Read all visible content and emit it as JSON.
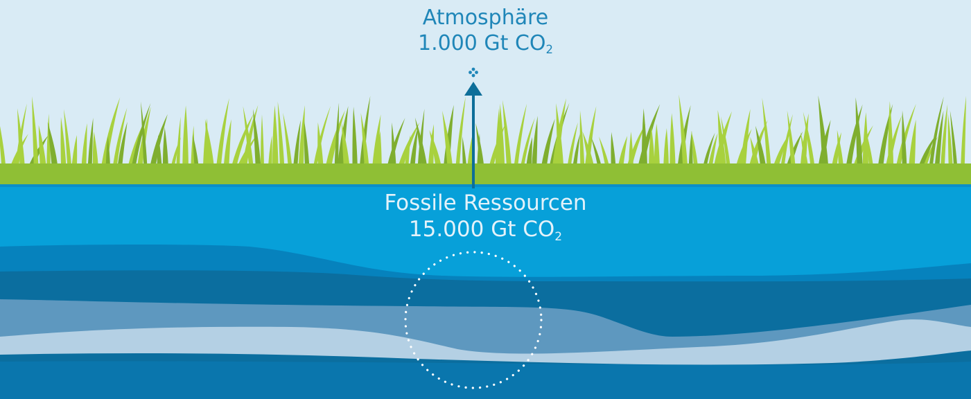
{
  "atmosphere": {
    "name": "Atmosphäre",
    "amount": "1.000 Gt CO",
    "subscript": "2"
  },
  "fossil": {
    "name": "Fossile Ressourcen",
    "amount": "15.000 Gt CO",
    "subscript": "2"
  },
  "colors": {
    "sky": "#d9ebf5",
    "grass_light": "#a8d13e",
    "grass_dark": "#7fae2f",
    "ground_top": "#07a0d9",
    "layer_1": "#0682bd",
    "layer_2": "#0b6e9f",
    "layer_3": "#5e98bf",
    "layer_4": "#b4d0e4",
    "arrow": "#0d6e99",
    "atmosphere_text": "#1f86b8",
    "fossil_text": "#e3f2fa"
  }
}
